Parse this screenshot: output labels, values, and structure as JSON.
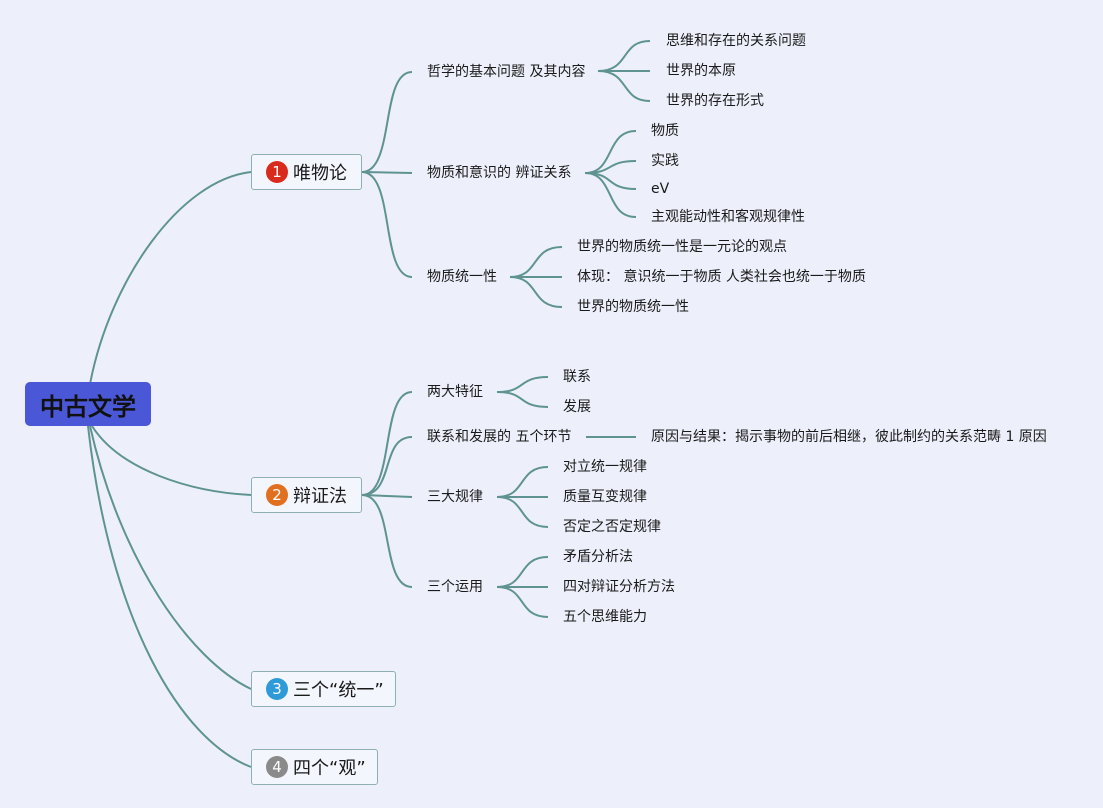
{
  "root": {
    "label": "中古文学"
  },
  "colors": {
    "link": "#5e9391",
    "root_bg": "#4a57d6",
    "num1": "#d92b1c",
    "num2": "#e07020",
    "num3": "#2f9ad8",
    "num4": "#8a8a8a"
  },
  "branches": [
    {
      "num": "1",
      "label": "唯物论",
      "subs": [
        {
          "label": "哲学的基本问题 及其内容",
          "items": [
            "思维和存在的关系问题",
            "世界的本原",
            "世界的存在形式"
          ]
        },
        {
          "label": "物质和意识的 辨证关系",
          "items": [
            "物质",
            "实践",
            "eV",
            "主观能动性和客观规律性"
          ]
        },
        {
          "label": "物质统一性",
          "items": [
            "世界的物质统一性是一元论的观点",
            "体现： 意识统一于物质 人类社会也统一于物质",
            "世界的物质统一性"
          ]
        }
      ]
    },
    {
      "num": "2",
      "label": "辩证法",
      "subs": [
        {
          "label": "两大特征",
          "items": [
            "联系",
            "发展"
          ]
        },
        {
          "label": "联系和发展的 五个环节",
          "items": [
            "原因与结果：揭示事物的前后相继，彼此制约的关系范畴 1 原因"
          ]
        },
        {
          "label": "三大规律",
          "items": [
            "对立统一规律",
            "质量互变规律",
            "否定之否定规律"
          ]
        },
        {
          "label": "三个运用",
          "items": [
            "矛盾分析法",
            "四对辩证分析方法",
            "五个思维能力"
          ]
        }
      ]
    },
    {
      "num": "3",
      "label": "三个“统一”",
      "subs": []
    },
    {
      "num": "4",
      "label": "四个“观”",
      "subs": []
    }
  ]
}
